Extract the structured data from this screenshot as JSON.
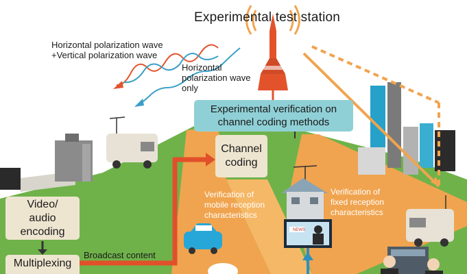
{
  "title": "Experimental test station",
  "wave_labels": {
    "combined_line1": "Horizontal polarization wave",
    "combined_line2": "+Vertical polarization wave",
    "horizontal_line1": "Horizontal",
    "horizontal_line2": "polarization wave",
    "horizontal_line3": "only"
  },
  "verification_box": {
    "line1": "Experimental verification on",
    "line2": "channel coding methods"
  },
  "channel_coding": {
    "line1": "Channel",
    "line2": "coding"
  },
  "mobile_note": {
    "line1": "Verification of",
    "line2": "mobile reception",
    "line3": "characteristics"
  },
  "fixed_note": {
    "line1": "Verification of",
    "line2": "fixed reception",
    "line3": "characteristics"
  },
  "encoding_box": {
    "line1": "Video/",
    "line2": "audio encoding"
  },
  "mux_box": {
    "line1": "Multiplexing"
  },
  "broadcast_label": "Broadcast content",
  "tv_screen_text": "NEWS",
  "colors": {
    "green_field": "#6fb24a",
    "orange_path": "#f0a44f",
    "tower_red": "#e2532c",
    "teal_box": "#8fd0d6",
    "beige_box": "#eee5d0",
    "red_arrow": "#e1502a",
    "wave_red": "#e2532c",
    "wave_blue": "#3a9fc7"
  }
}
